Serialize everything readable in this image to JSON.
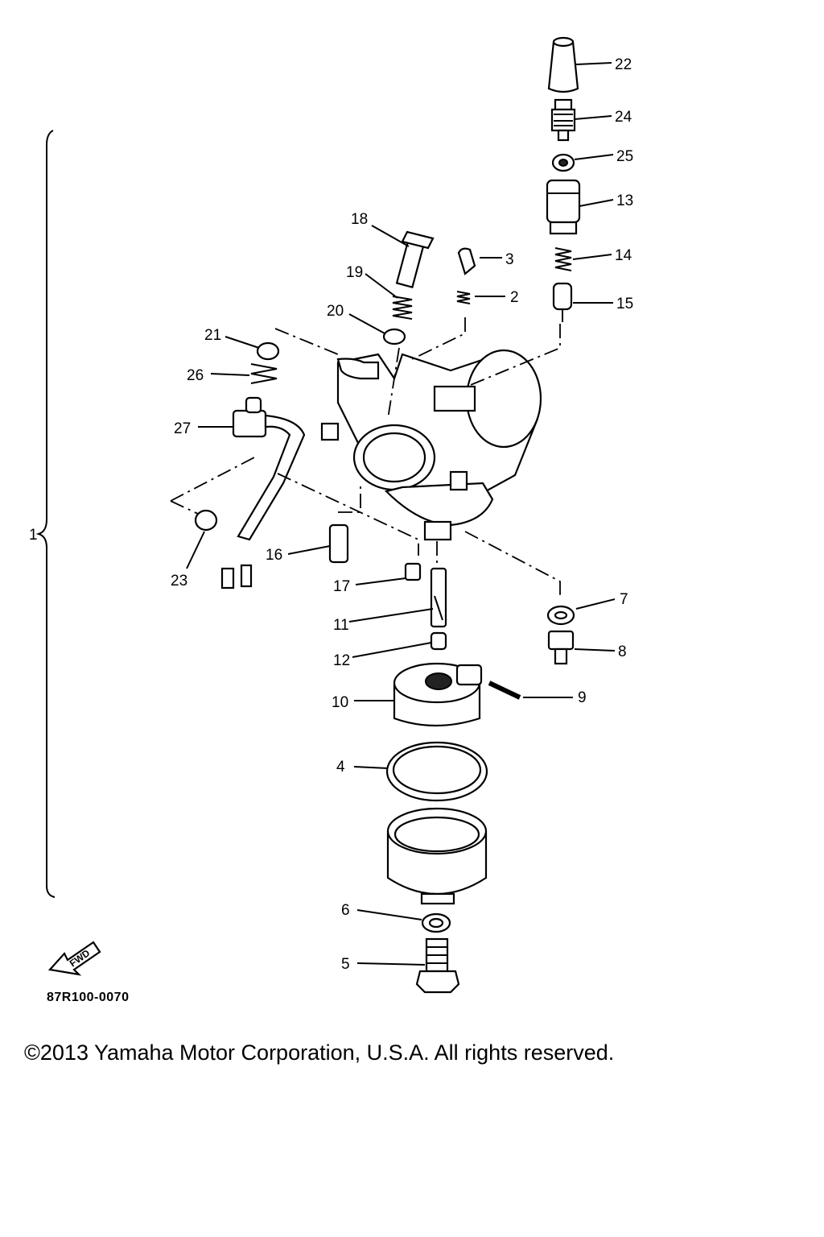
{
  "diagram": {
    "callouts": [
      "22",
      "24",
      "25",
      "13",
      "14",
      "15",
      "18",
      "3",
      "19",
      "2",
      "20",
      "21",
      "26",
      "27",
      "1",
      "16",
      "23",
      "17",
      "11",
      "12",
      "10",
      "9",
      "7",
      "8",
      "4",
      "6",
      "5"
    ],
    "fwd_label": "FWD",
    "code": "87R100-0070"
  },
  "footer": {
    "copyright": "©2013 Yamaha Motor Corporation, U.S.A. All rights reserved."
  }
}
